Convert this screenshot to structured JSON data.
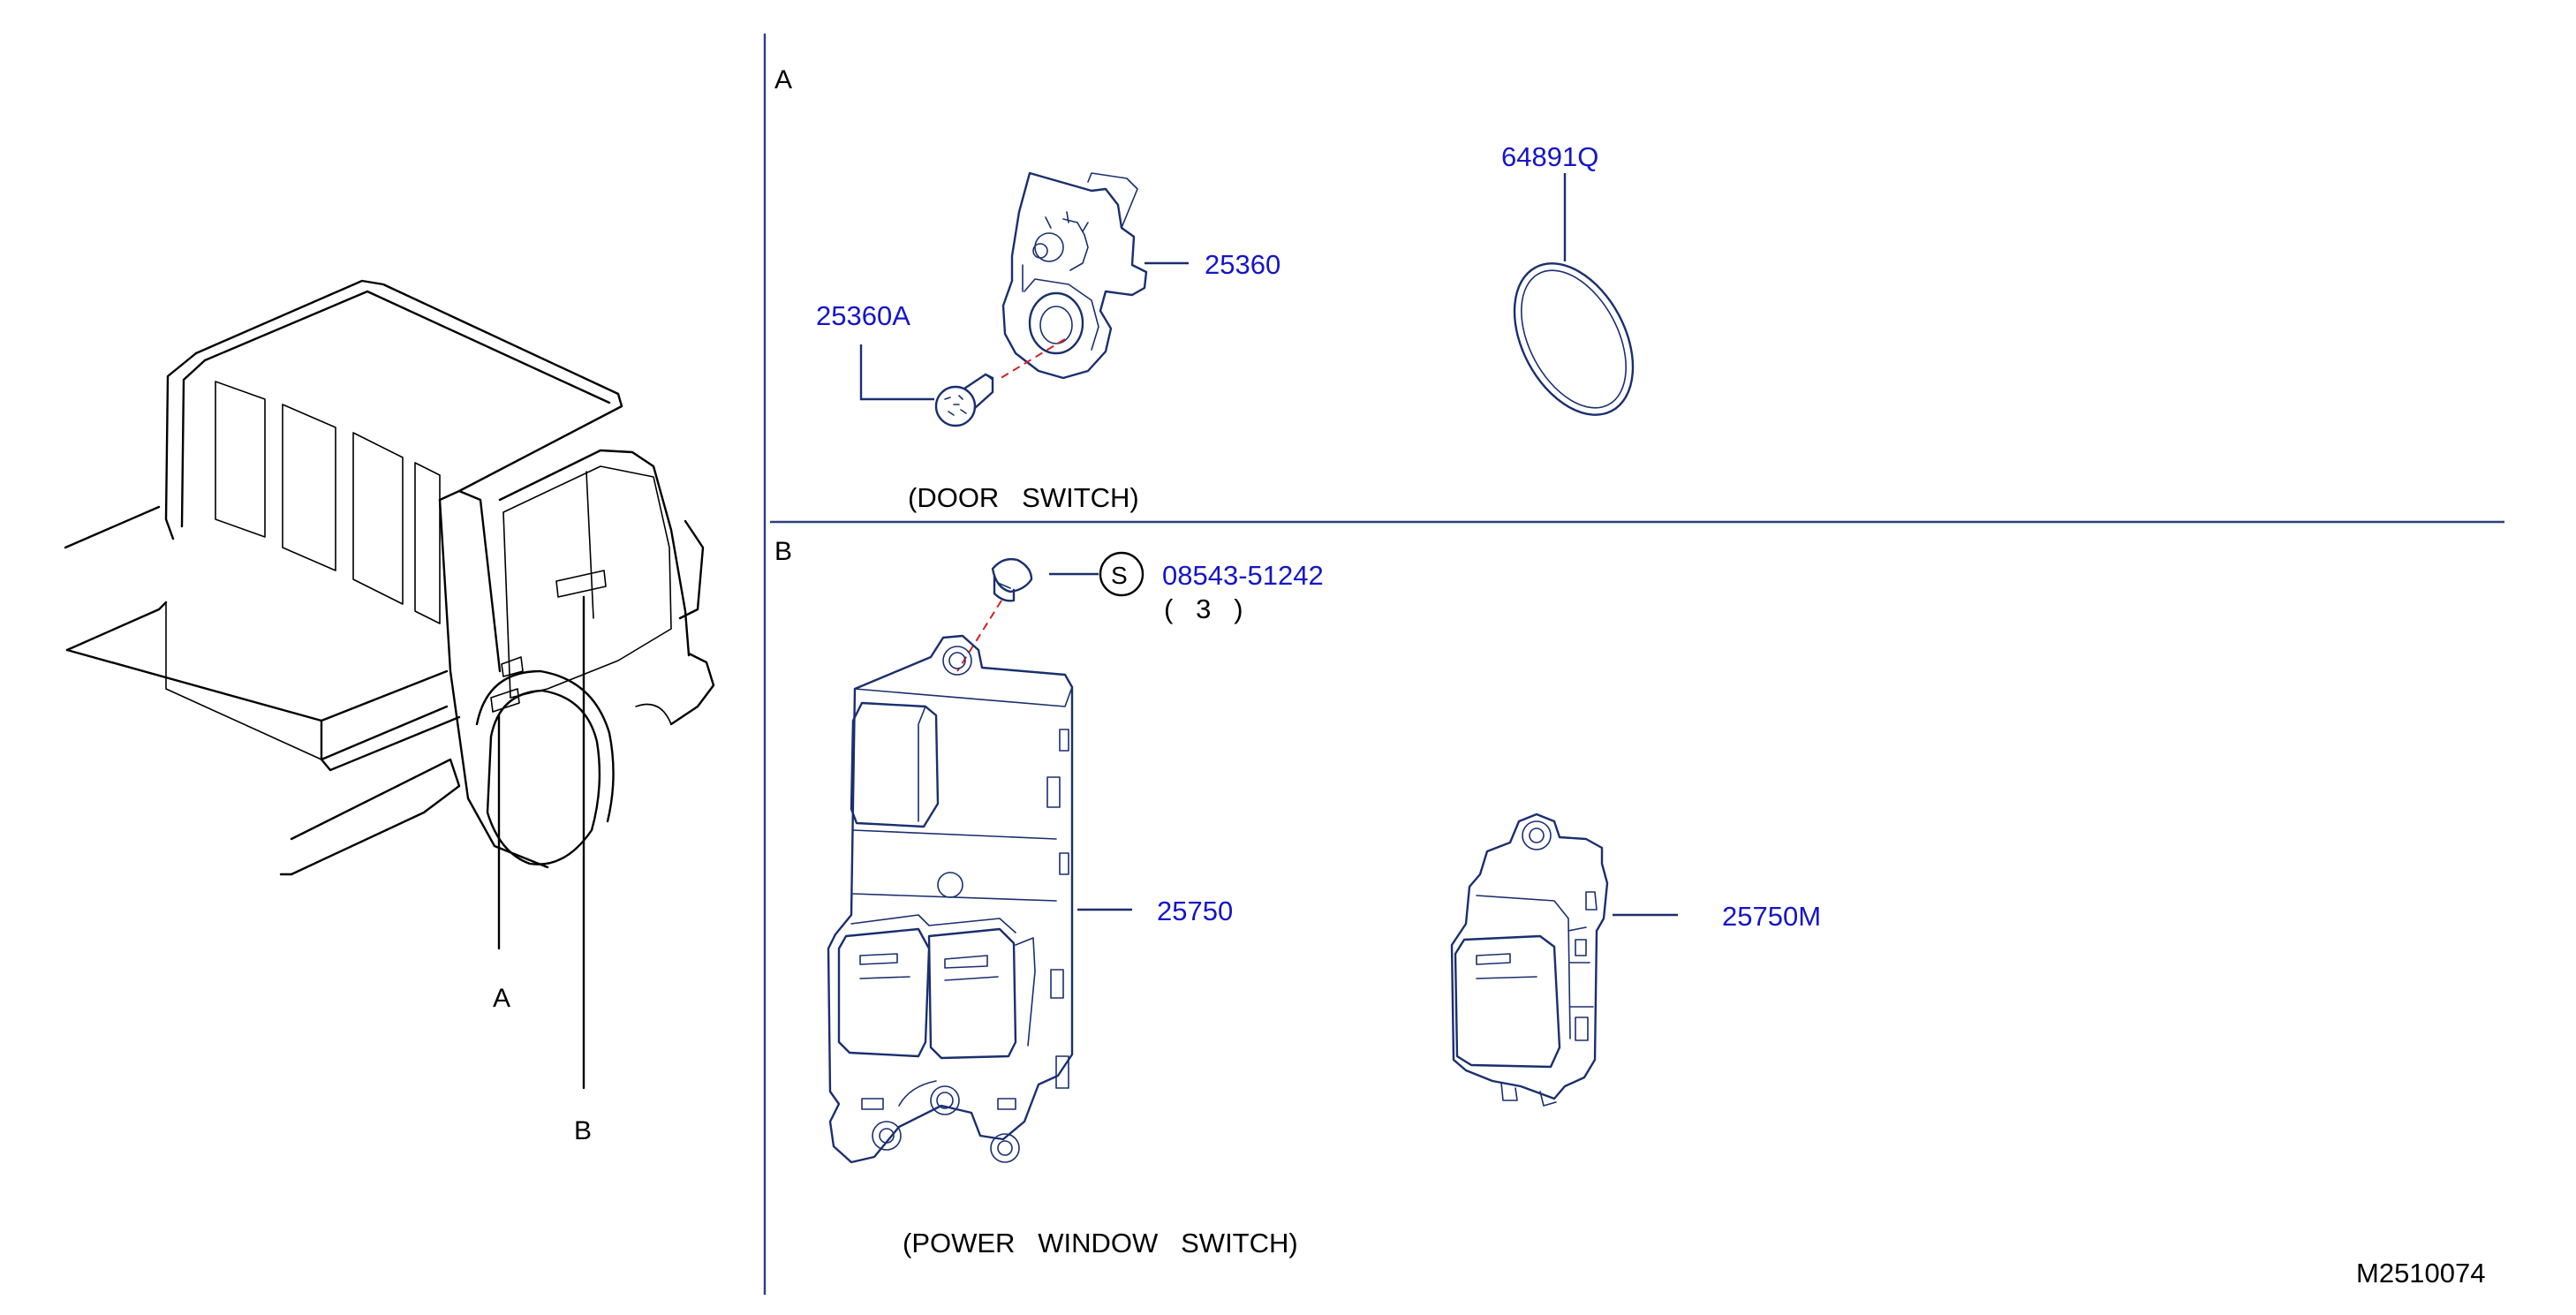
{
  "diagram": {
    "drawing_id": "M2510074",
    "views": {
      "a_marker": "A",
      "b_marker": "B"
    },
    "section_a": {
      "label": "A",
      "caption": "(DOOR   SWITCH)",
      "parts": {
        "door_switch": "25360",
        "door_switch_screw": "25360A",
        "door_switch_cap": "64891Q"
      }
    },
    "section_b": {
      "label": "B",
      "caption": "(POWER   WINDOW   SWITCH)",
      "parts": {
        "screw_symbol": "S",
        "screw": "08543-51242",
        "screw_qty": "(   3   )",
        "power_window_switch_main": "25750",
        "power_window_switch_sub": "25750M"
      }
    },
    "colors": {
      "part_number": "#1515c8",
      "part_outline": "#1a2f6e",
      "vehicle_outline": "#000000",
      "divider": "#2b3f7a",
      "center_line": "#d42020"
    }
  }
}
